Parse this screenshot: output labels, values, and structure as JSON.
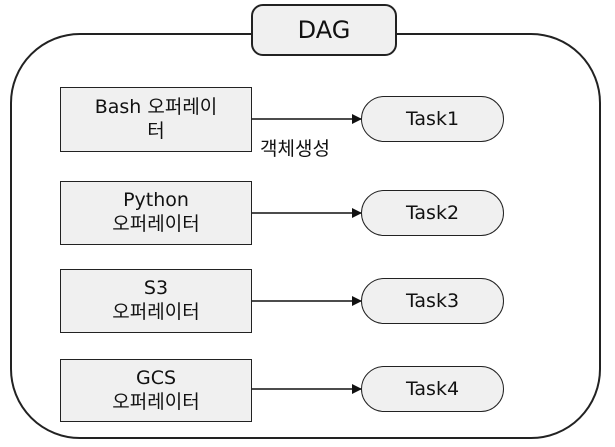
{
  "title": "DAG",
  "operators": [
    {
      "line1": "Bash 오퍼레이",
      "line2": "터"
    },
    {
      "line1": "Python",
      "line2": "오퍼레이터"
    },
    {
      "line1": "S3",
      "line2": "오퍼레이터"
    },
    {
      "line1": "GCS",
      "line2": "오퍼레이터"
    }
  ],
  "tasks": [
    "Task1",
    "Task2",
    "Task3",
    "Task4"
  ],
  "edge_label": "객체생성"
}
